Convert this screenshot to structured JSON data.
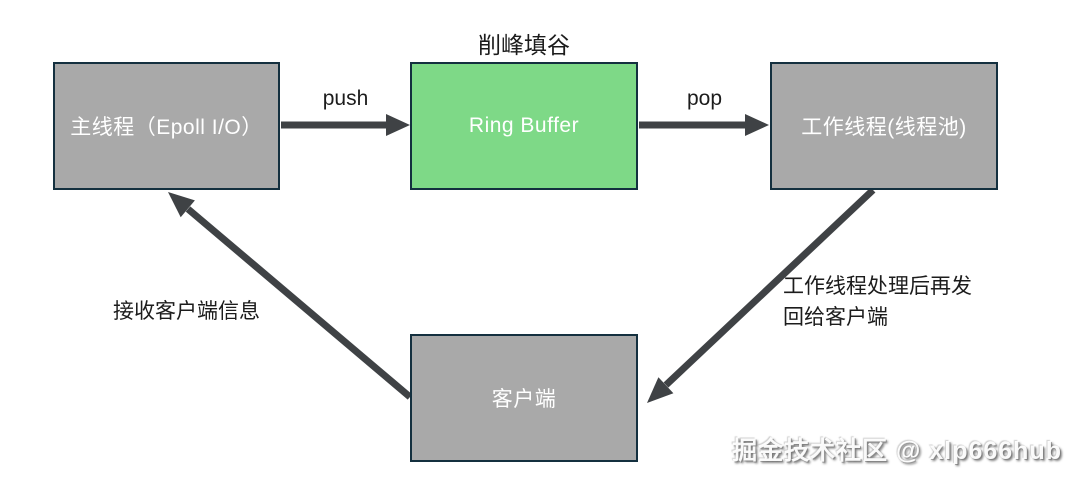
{
  "title": "削峰填谷",
  "nodes": {
    "main_thread": {
      "label": "主线程（Epoll I/O）"
    },
    "ring_buffer": {
      "label": "Ring Buffer"
    },
    "worker_thread": {
      "label": "工作线程(线程池)"
    },
    "client": {
      "label": "客户端"
    }
  },
  "edges": {
    "push": {
      "label": "push"
    },
    "pop": {
      "label": "pop"
    },
    "client_to_main": {
      "label": "接收客户端信息"
    },
    "worker_to_client": {
      "label_line1": "工作线程处理后再发",
      "label_line2": "回给客户端"
    }
  },
  "watermark": "掘金技术社区 @ xlp666hub",
  "colors": {
    "gray_fill": "#a9a9a9",
    "green_fill": "#7ed987",
    "box_border": "#14303f",
    "arrow": "#3f4245",
    "node_text": "#ffffff",
    "label_text": "#1c1c1c",
    "background": "#ffffff"
  }
}
